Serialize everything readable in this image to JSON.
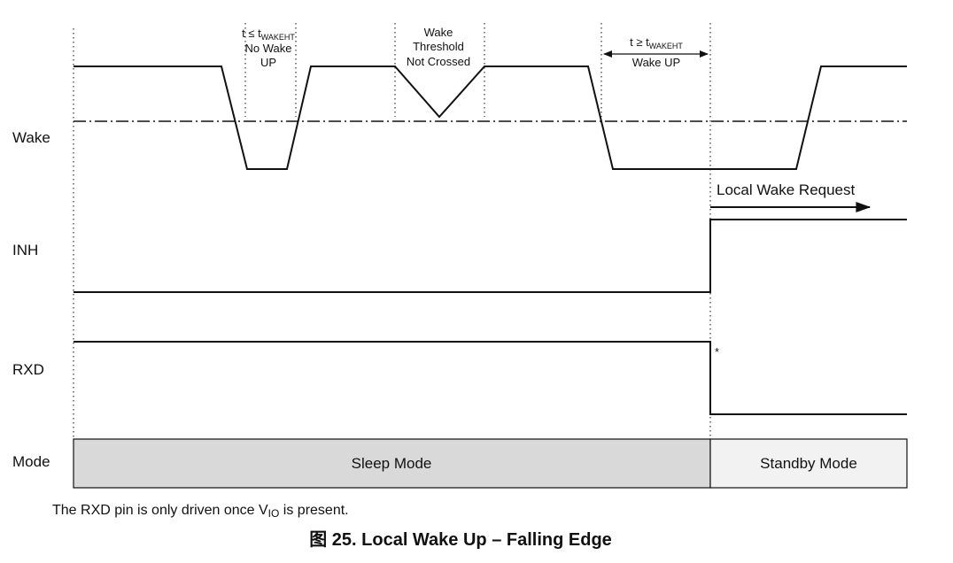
{
  "signals": {
    "wake": "Wake",
    "inh": "INH",
    "rxd": "RXD",
    "mode": "Mode"
  },
  "annotations": {
    "no_wake": {
      "line1_pre": "t ≤ t",
      "line1_sub": "WAKEHT",
      "line2": "No Wake",
      "line3": "UP"
    },
    "threshold": {
      "line1": "Wake",
      "line2": "Threshold",
      "line3": "Not Crossed"
    },
    "wake_up": {
      "line1_pre": "t ≥ t",
      "line1_sub": "WAKEHT",
      "line2": "Wake UP"
    },
    "local_wake_request": "Local Wake Request",
    "asterisk": "*"
  },
  "modes": {
    "sleep": "Sleep Mode",
    "standby": "Standby Mode"
  },
  "colors": {
    "sleep_fill": "#d9d9d9",
    "standby_fill": "#f2f2f2",
    "line": "#111111"
  },
  "note": {
    "pre": "The RXD pin is only driven once V",
    "sub": "IO",
    "post": " is present."
  },
  "caption": "图 25.  Local Wake Up – Falling Edge"
}
